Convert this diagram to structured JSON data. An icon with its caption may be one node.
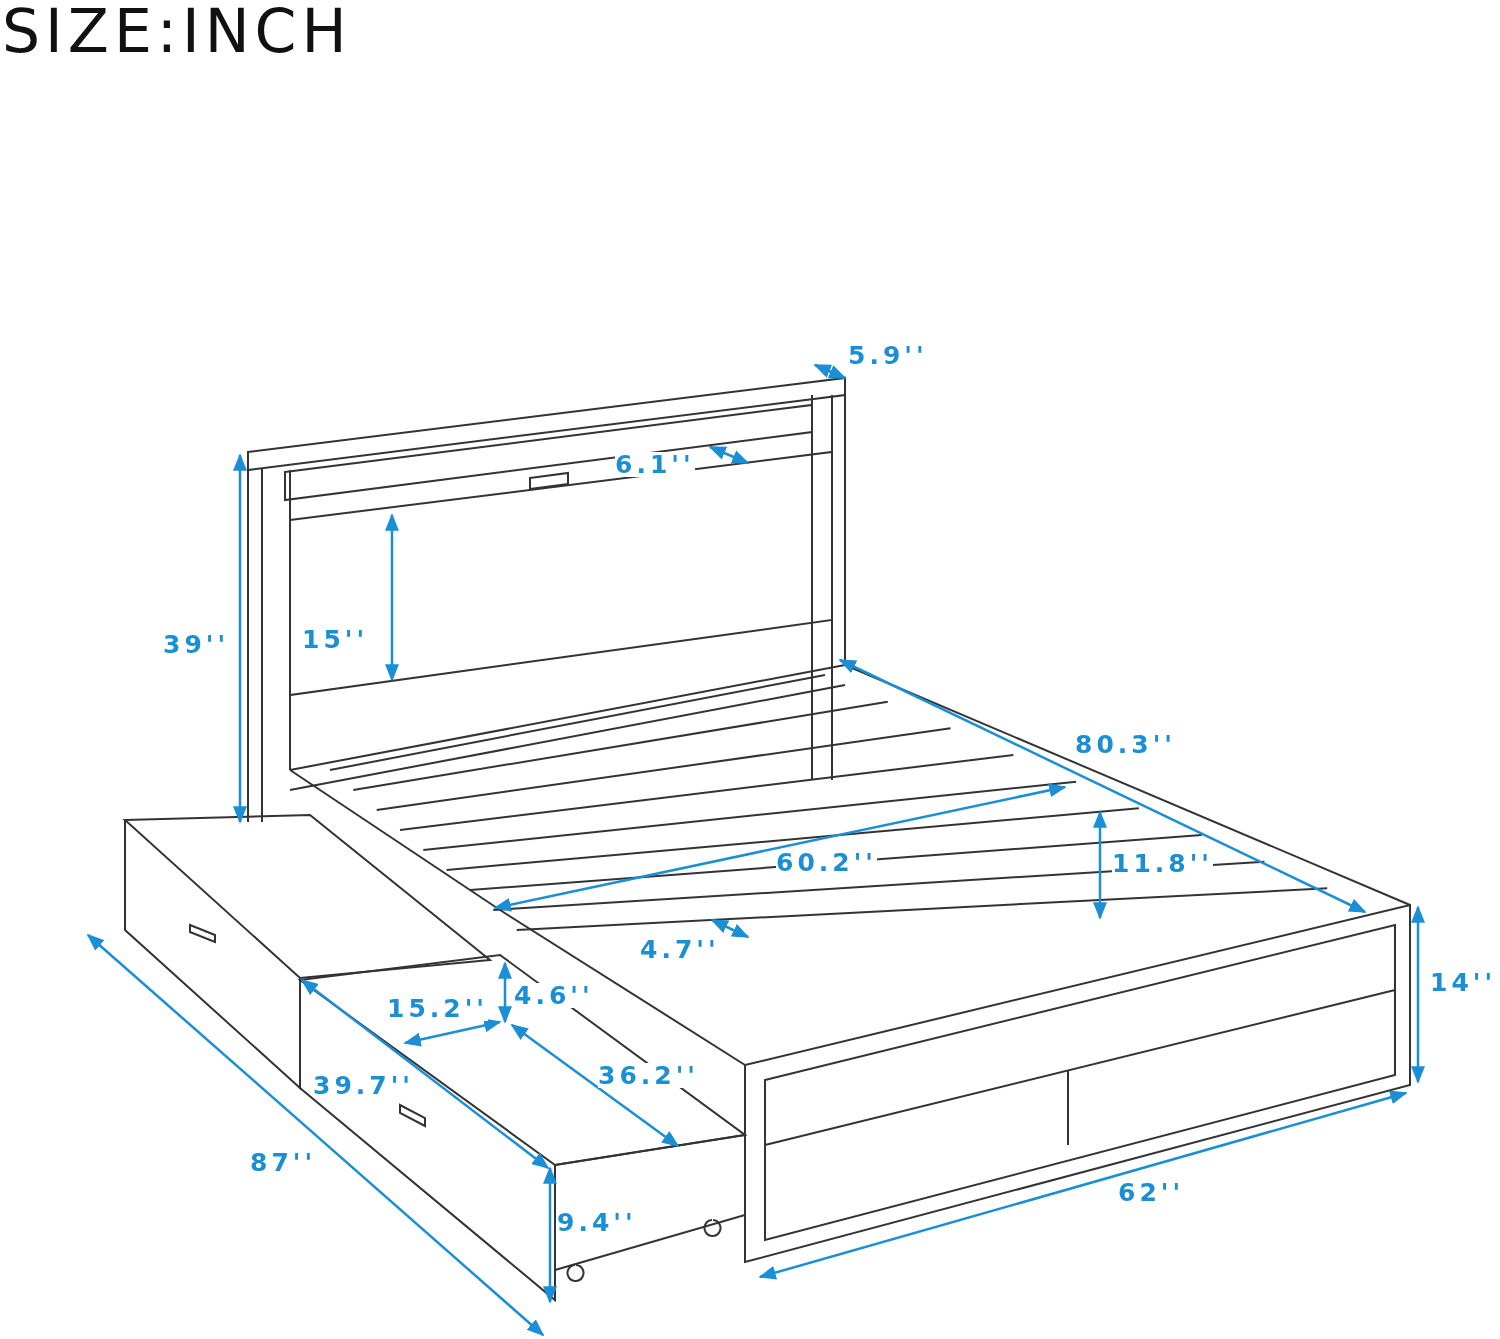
{
  "diagram": {
    "title": "SIZE:INCH",
    "labels": [
      "5.9''",
      "6.1''",
      "39''",
      "15''",
      "80.3''",
      "60.2''",
      "11.8''",
      "4.7''",
      "14''",
      "4.6''",
      "15.2''",
      "39.7''",
      "36.2''",
      "87''",
      "9.4''",
      "62''"
    ]
  }
}
